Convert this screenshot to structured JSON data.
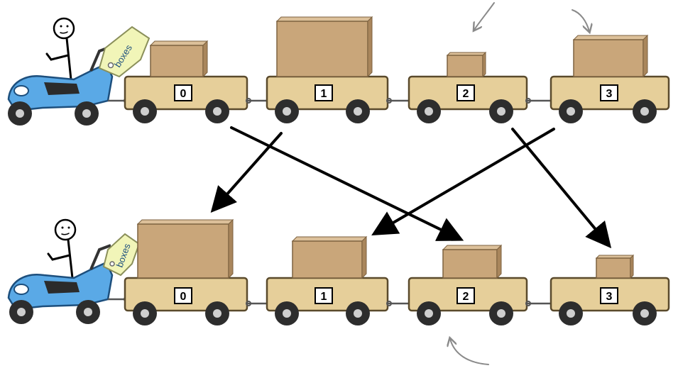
{
  "tag_label": "boxes",
  "colors": {
    "wagon": "#e6cf9a",
    "wagon_edge": "#5a4a2c",
    "box": "#c9a67a",
    "box_top": "#dcc09a",
    "box_side": "#a9865c",
    "scooter": "#5aa9e6",
    "scooter_dark": "#1d4f7d",
    "tire": "#2d2d2d",
    "hub": "#cfcfcf",
    "arrow": "#000000",
    "curl": "#8a8a8a",
    "tag": "#f1f5b8"
  },
  "trains": [
    {
      "id": "top",
      "wagons": [
        {
          "label": "0"
        },
        {
          "label": "1"
        },
        {
          "label": "2"
        },
        {
          "label": "3"
        }
      ]
    },
    {
      "id": "bottom",
      "wagons": [
        {
          "label": "0"
        },
        {
          "label": "1"
        },
        {
          "label": "2"
        },
        {
          "label": "3"
        }
      ]
    }
  ],
  "mapping": [
    {
      "from": "0",
      "to": "2"
    },
    {
      "from": "1",
      "to": "0"
    },
    {
      "from": "2",
      "to": "3"
    },
    {
      "from": "3",
      "to": "1"
    }
  ]
}
